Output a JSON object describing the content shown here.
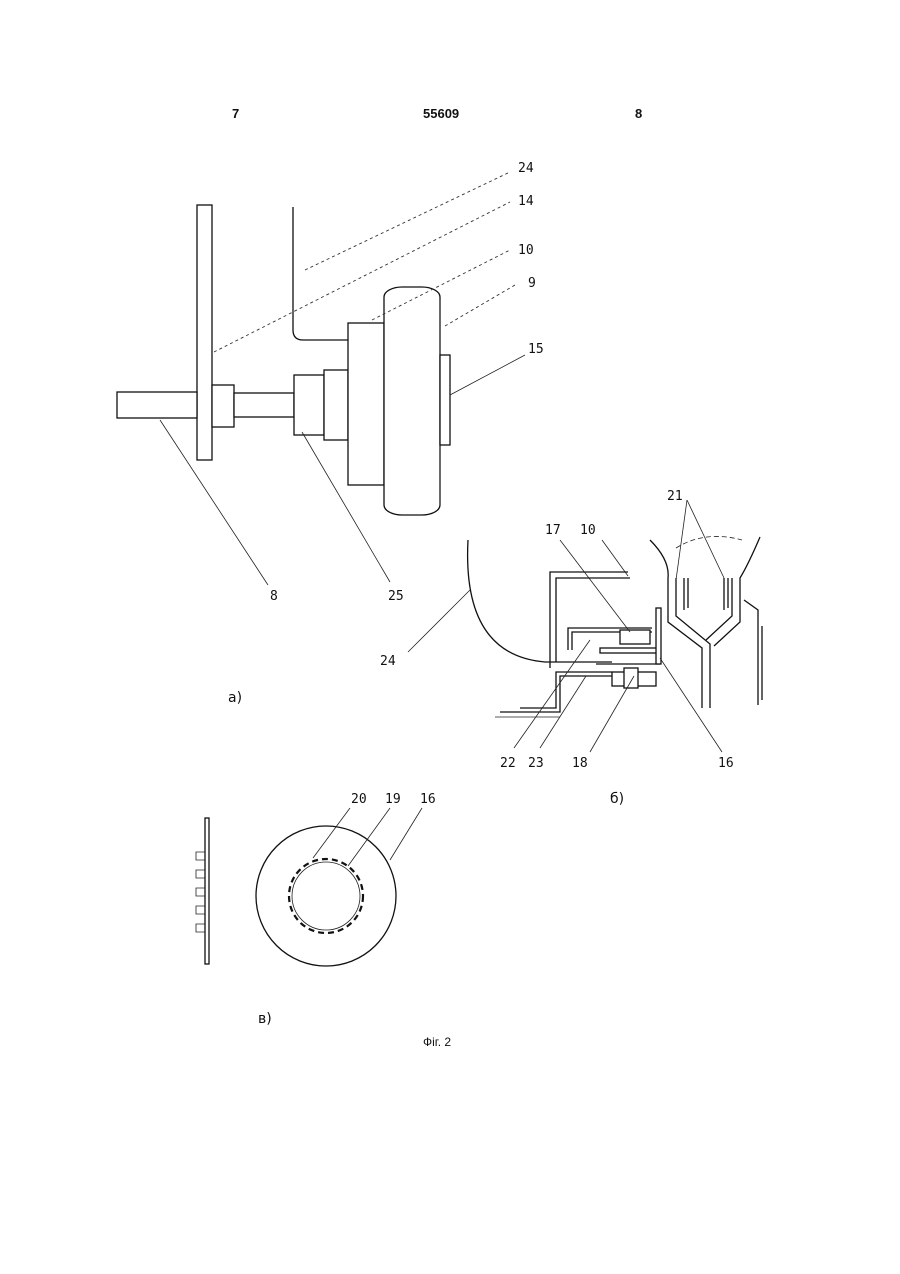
{
  "header": {
    "page_left": "7",
    "patent_number": "55609",
    "page_right": "8"
  },
  "view_a": {
    "caption": "а)",
    "labels": {
      "l24": "24",
      "l14": "14",
      "l10": "10",
      "l9": "9",
      "l15": "15",
      "l8": "8",
      "l25": "25"
    }
  },
  "view_b": {
    "caption": "б)",
    "labels": {
      "l21": "21",
      "l17": "17",
      "l10": "10",
      "l24": "24",
      "l22": "22",
      "l23": "23",
      "l18": "18",
      "l16": "16"
    }
  },
  "view_v": {
    "caption": "в)",
    "labels": {
      "l20": "20",
      "l19": "19",
      "l16": "16"
    }
  },
  "figure_caption": "Фіг. 2"
}
